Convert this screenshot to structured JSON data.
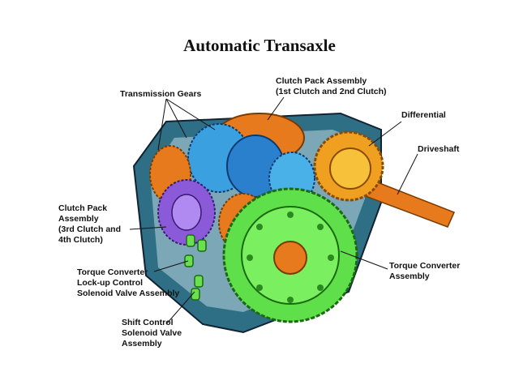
{
  "title": "Automatic Transaxle",
  "labels": {
    "transmission_gears": "Transmission Gears",
    "clutch_pack_12_line1": "Clutch Pack Assembly",
    "clutch_pack_12_line2": "(1st Clutch and 2nd Clutch)",
    "differential": "Differential",
    "driveshaft": "Driveshaft",
    "clutch_pack_34_line1": "Clutch Pack",
    "clutch_pack_34_line2": "Assembly",
    "clutch_pack_34_line3": "(3rd Clutch and",
    "clutch_pack_34_line4": "4th Clutch)",
    "torque_converter_line1": "Torque Converter",
    "torque_converter_line2": "Assembly",
    "lockup_line1": "Torque Converter",
    "lockup_line2": "Lock-up Control",
    "lockup_line3": "Solenoid Valve Assembly",
    "shift_line1": "Shift Control",
    "shift_line2": "Solenoid Valve",
    "shift_line3": "Assembly"
  },
  "colors": {
    "housing": "#2f6f86",
    "converter": "#5fe04a",
    "orange": "#e87a1e",
    "blue_gear": "#3aa0e0",
    "purple": "#8a5ad8"
  }
}
